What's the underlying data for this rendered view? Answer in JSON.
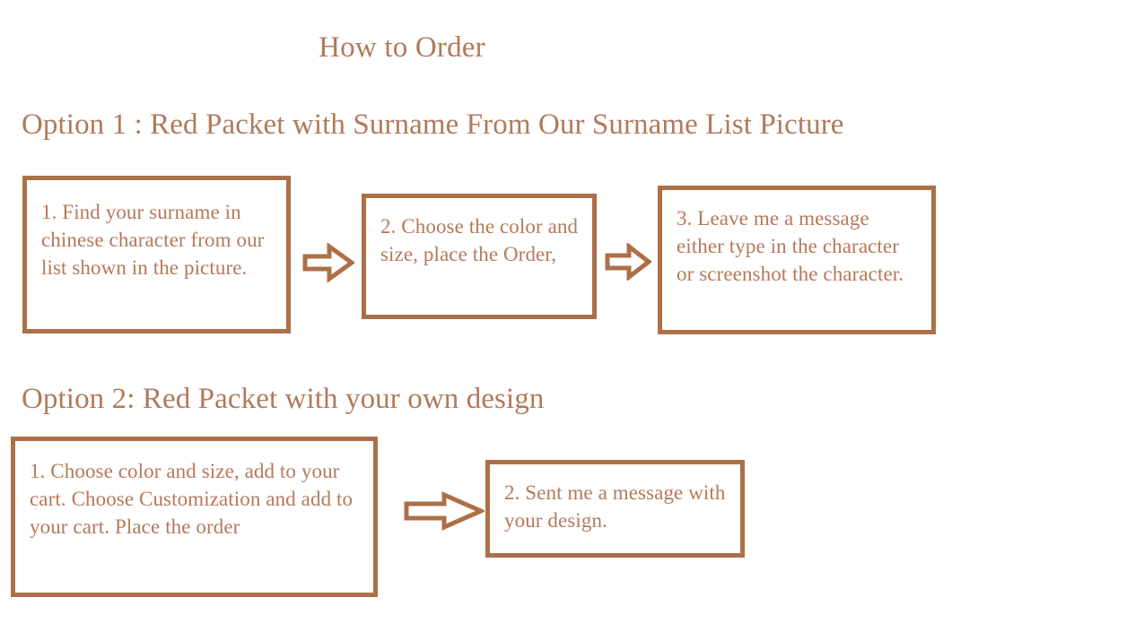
{
  "theme": {
    "background": "#ffffff",
    "heading_color": "#b07a5c",
    "body_text_color": "#b5795a",
    "box_border_color": "#ac7049",
    "arrow_color": "#ac7049"
  },
  "title": "How to Order",
  "sections": [
    {
      "heading": "Option 1 : Red Packet with Surname From Our Surname List Picture",
      "steps": [
        {
          "text": "1. Find your surname in  chinese character from our list shown in the picture."
        },
        {
          "text": "2. Choose the color and size, place the Order,"
        },
        {
          "text": "3. Leave me a message either type in the character or screenshot the character."
        }
      ],
      "connectors": [
        {
          "icon": "arrow-right-icon"
        },
        {
          "icon": "arrow-right-icon"
        }
      ]
    },
    {
      "heading": "Option 2: Red Packet with your own design",
      "steps": [
        {
          "text": "1. Choose color and size, add to your cart. Choose Customization and add to your cart. Place the order"
        },
        {
          "text": "2. Sent me a message with your design."
        }
      ],
      "connectors": [
        {
          "icon": "arrow-right-icon"
        }
      ]
    }
  ]
}
